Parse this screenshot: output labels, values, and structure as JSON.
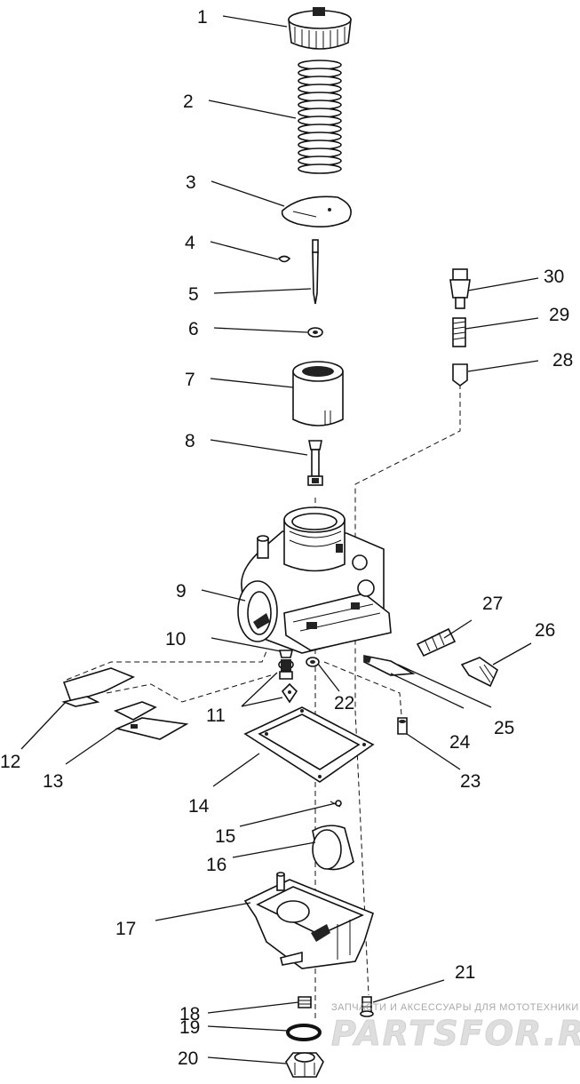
{
  "callouts": [
    {
      "id": "1",
      "label": "1"
    },
    {
      "id": "2",
      "label": "2"
    },
    {
      "id": "3",
      "label": "3"
    },
    {
      "id": "4",
      "label": "4"
    },
    {
      "id": "5",
      "label": "5"
    },
    {
      "id": "6",
      "label": "6"
    },
    {
      "id": "7",
      "label": "7"
    },
    {
      "id": "8",
      "label": "8"
    },
    {
      "id": "9",
      "label": "9"
    },
    {
      "id": "10",
      "label": "10"
    },
    {
      "id": "11",
      "label": "11"
    },
    {
      "id": "12",
      "label": "12"
    },
    {
      "id": "13",
      "label": "13"
    },
    {
      "id": "14",
      "label": "14"
    },
    {
      "id": "15",
      "label": "15"
    },
    {
      "id": "16",
      "label": "16"
    },
    {
      "id": "17",
      "label": "17"
    },
    {
      "id": "18",
      "label": "18"
    },
    {
      "id": "19",
      "label": "19"
    },
    {
      "id": "20",
      "label": "20"
    },
    {
      "id": "21",
      "label": "21"
    },
    {
      "id": "22",
      "label": "22"
    },
    {
      "id": "23",
      "label": "23"
    },
    {
      "id": "24",
      "label": "24"
    },
    {
      "id": "25",
      "label": "25"
    },
    {
      "id": "26",
      "label": "26"
    },
    {
      "id": "27",
      "label": "27"
    },
    {
      "id": "28",
      "label": "28"
    },
    {
      "id": "29",
      "label": "29"
    },
    {
      "id": "30",
      "label": "30"
    }
  ],
  "watermark": {
    "tagline": "ЗАПЧАСТИ И АКСЕССУАРЫ ДЛЯ МОТОТЕХНИКИ",
    "logo": "PARTSFOR.RU"
  }
}
